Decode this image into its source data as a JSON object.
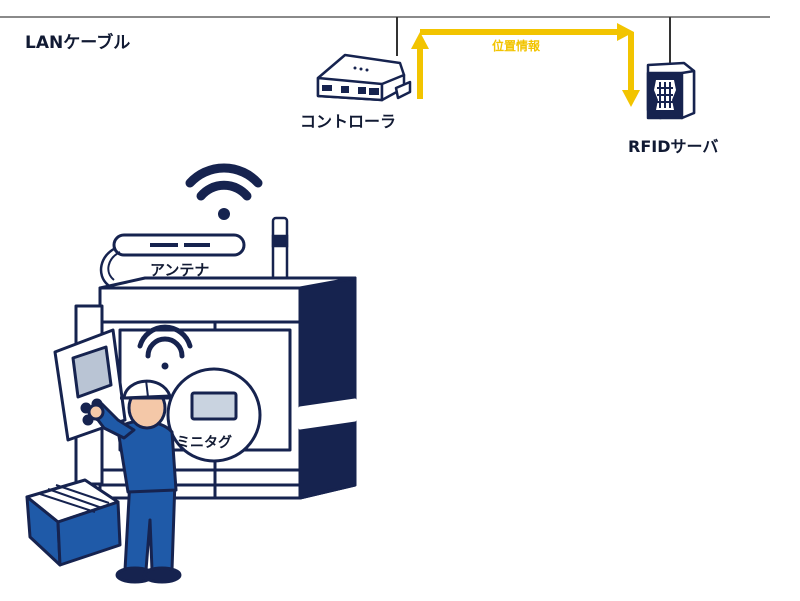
{
  "labels": {
    "lan_cable": "LANケーブル",
    "controller": "コントローラ",
    "rfid_server": "RFIDサーバ",
    "position_info": "位置情報",
    "antenna": "アンテナ",
    "mini_tag": "ミニタグ"
  },
  "colors": {
    "navy": "#16234f",
    "yellow": "#f2c400",
    "line_gray": "#8a8a8a",
    "skin": "#f4c8a8",
    "helmet": "#ffffff",
    "worker_blue": "#1f5aa8"
  },
  "icons": [
    "wifi-icon",
    "controller-device-icon",
    "server-icon",
    "antenna-icon",
    "worker-icon",
    "toolbox-icon",
    "machine-icon"
  ]
}
